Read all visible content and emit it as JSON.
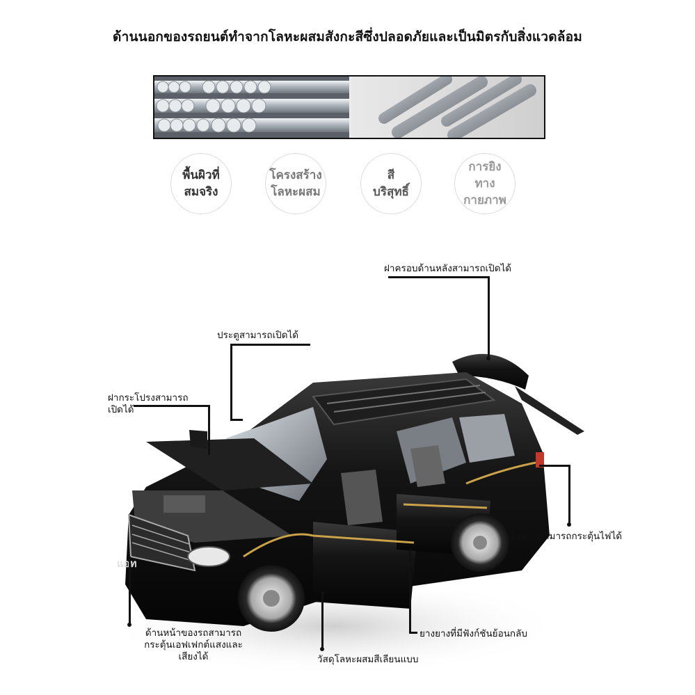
{
  "headline": "ด้านนอกของรถยนต์ทำจากโลหะผสมสังกะสีซึ่งปลอดภัยและเป็นมิตรกับสิ่งแวดล้อม",
  "features": [
    {
      "label": "พื้นผิวที่\nสมจริง",
      "color": "#333333"
    },
    {
      "label": "โครงสร้าง\nโลหะผสม",
      "color": "#777777"
    },
    {
      "label": "สี\nบริสุทธิ์",
      "color": "#555555"
    },
    {
      "label": "การยิง\nทางกายภาพ",
      "color": "#999999"
    }
  ],
  "callouts": {
    "trunk": "ฝาครอบด้านหลังสามารถเปิดได้",
    "door": "ประตูสามารถเปิดได้",
    "hood": "ฝากระโปรงสามารถ\nเปิดได้",
    "taillight": "ไฟท้ายสามารถกระตุ้นไฟได้",
    "tire": "ยางยางที่มีฟังก์ชันย้อนกลับ",
    "front": "ด้านหน้าของรถสามารถ\nกระตุ้นเอฟเฟกต์แสงและ\nเสียงได้",
    "material": "วัสดุโลหะผสมสีเลียนแบบ"
  },
  "watermark": "แอท",
  "colors": {
    "car_body": "#141414",
    "trim_gold": "#c9a24a",
    "text": "#111111"
  }
}
